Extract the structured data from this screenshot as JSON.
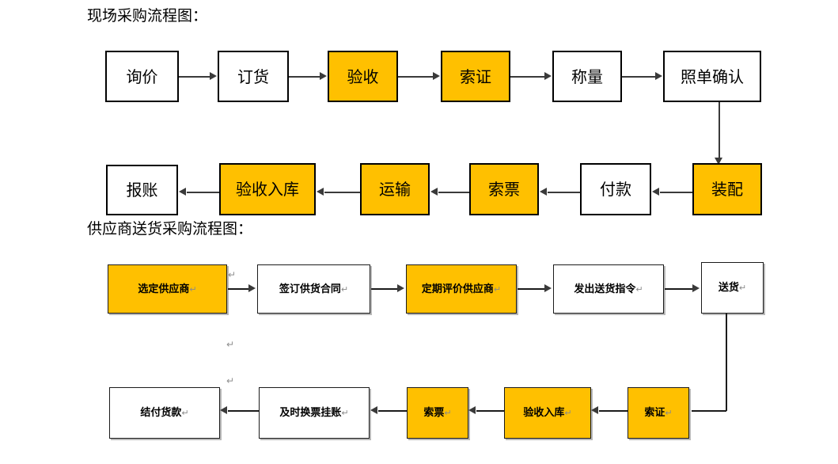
{
  "document": {
    "page_background": "#ffffff",
    "accent_fill": "#FFC000",
    "line_color": "#3a3a3a",
    "return_mark": "↵"
  },
  "sections": [
    {
      "id": "onsite",
      "title": "现场采购流程图：",
      "rows": [
        {
          "direction": "left-to-right",
          "nodes": [
            {
              "label": "询价",
              "highlight": false
            },
            {
              "label": "订货",
              "highlight": false
            },
            {
              "label": "验收",
              "highlight": true
            },
            {
              "label": "索证",
              "highlight": true
            },
            {
              "label": "称量",
              "highlight": false
            },
            {
              "label": "照单确认",
              "highlight": false
            }
          ]
        },
        {
          "direction": "right-to-left",
          "nodes": [
            {
              "label": "报账",
              "highlight": false
            },
            {
              "label": "验收入库",
              "highlight": true
            },
            {
              "label": "运输",
              "highlight": true
            },
            {
              "label": "索票",
              "highlight": true
            },
            {
              "label": "付款",
              "highlight": false
            },
            {
              "label": "装配",
              "highlight": true
            }
          ]
        }
      ]
    },
    {
      "id": "supplier",
      "title": "供应商送货采购流程图：",
      "rows": [
        {
          "direction": "left-to-right",
          "nodes": [
            {
              "label": "选定供应商",
              "highlight": true,
              "mark": "↵"
            },
            {
              "label": "签订供货合同",
              "highlight": false,
              "mark": "↵"
            },
            {
              "label": "定期评价供应商",
              "highlight": true,
              "mark": "↵"
            },
            {
              "label": "发出送货指令",
              "highlight": false,
              "mark": "↵"
            },
            {
              "label": "送货",
              "highlight": false,
              "mark": "↵"
            }
          ]
        },
        {
          "direction": "right-to-left",
          "nodes": [
            {
              "label": "结付货款",
              "highlight": false,
              "mark": "↵"
            },
            {
              "label": "及时换票挂账",
              "highlight": false,
              "mark": "↵"
            },
            {
              "label": "索票",
              "highlight": true,
              "mark": "↵"
            },
            {
              "label": "验收入库",
              "highlight": true,
              "mark": "↵"
            },
            {
              "label": "索证",
              "highlight": true,
              "mark": "↵"
            }
          ]
        }
      ],
      "loose_marks": [
        "↵",
        "↵",
        "↵"
      ]
    }
  ]
}
